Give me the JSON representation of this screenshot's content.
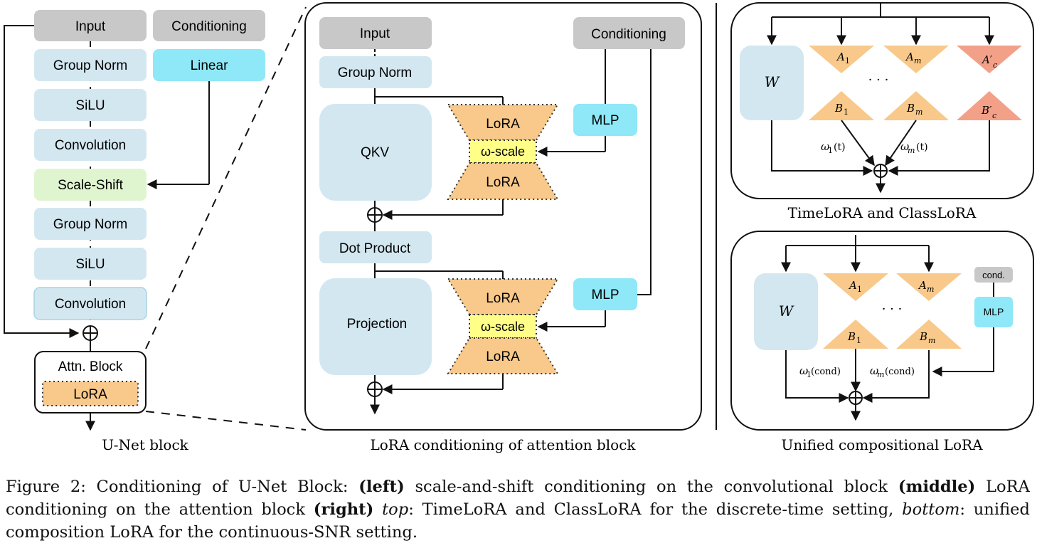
{
  "left": {
    "input": "Input",
    "conditioning": "Conditioning",
    "linear": "Linear",
    "group_norm_1": "Group Norm",
    "silu_1": "SiLU",
    "convolution_1": "Convolution",
    "scale_shift": "Scale-Shift",
    "group_norm_2": "Group Norm",
    "silu_2": "SiLU",
    "convolution_2": "Convolution",
    "attn_block": "Attn. Block",
    "attn_lora": "LoRA",
    "caption": "U-Net block"
  },
  "middle": {
    "input": "Input",
    "conditioning": "Conditioning",
    "group_norm": "Group Norm",
    "qkv": "QKV",
    "lora_top_1": "LoRA",
    "omega_scale_1": "ω-scale",
    "lora_bottom_1": "LoRA",
    "mlp_1": "MLP",
    "dot_product": "Dot Product",
    "projection": "Projection",
    "lora_top_2": "LoRA",
    "omega_scale_2": "ω-scale",
    "lora_bottom_2": "LoRA",
    "mlp_2": "MLP",
    "caption": "LoRA conditioning of attention block"
  },
  "right_top": {
    "w": "W",
    "a1": "A",
    "a1_sub": "1",
    "am": "A",
    "am_sub": "m",
    "ac": "A′",
    "ac_sub": "c",
    "b1": "B",
    "b1_sub": "1",
    "bm": "B",
    "bm_sub": "m",
    "bc": "B′",
    "bc_sub": "c",
    "dots": "· · ·",
    "omega1": "ω",
    "omega1_sub": "1",
    "omega1_arg": "(t)",
    "omegam": "ω",
    "omegam_sub": "m",
    "omegam_arg": "(t)",
    "caption": "TimeLoRA and ClassLoRA"
  },
  "right_bottom": {
    "w": "W",
    "a1": "A",
    "a1_sub": "1",
    "am": "A",
    "am_sub": "m",
    "b1": "B",
    "b1_sub": "1",
    "bm": "B",
    "bm_sub": "m",
    "dots": "· · ·",
    "cond": "cond.",
    "mlp": "MLP",
    "omega1": "ω",
    "omega1_sub": "1",
    "omega1_arg": "(cond)",
    "omegam": "ω",
    "omegam_sub": "m",
    "omegam_arg": "(cond)",
    "caption": "Unified compositional LoRA"
  },
  "figure_caption": {
    "prefix": "Figure 2: Conditioning of U-Net Block: ",
    "left_label": "(left)",
    "left_text": " scale-and-shift conditioning on the convolutional block ",
    "middle_label": "(middle)",
    "middle_text": " LoRA conditioning on the attention block ",
    "right_label": "(right)",
    "top_word": "top",
    "top_text": ": TimeLoRA and ClassLoRA for the discrete-time setting, ",
    "bottom_word": "bottom",
    "bottom_text": ": unified composition LoRA for the continuous-SNR setting."
  },
  "colors": {
    "gray_box": "#c8c8c8",
    "light_blue": "#d3e7f0",
    "cyan": "#8ee8f7",
    "green": "#dff5cf",
    "orange": "#f8c98a",
    "salmon": "#f3a088",
    "yellow": "#ffff88"
  }
}
